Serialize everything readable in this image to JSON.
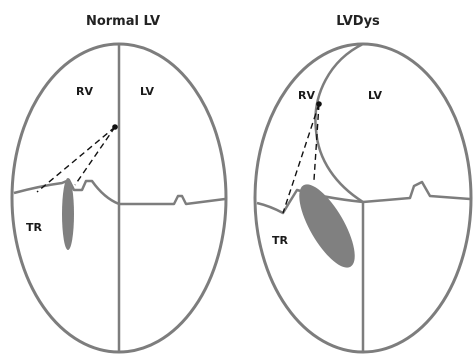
{
  "panels": {
    "normal": {
      "title": "Normal LV",
      "rv_label": "RV",
      "lv_label": "LV",
      "tr_label": "TR"
    },
    "lvdys": {
      "title": "LVDys",
      "rv_label": "RV",
      "lv_label": "LV",
      "tr_label": "TR"
    }
  },
  "colors": {
    "outline": "#7d7d7d",
    "regurgitant_jet": "#808080",
    "dashed_lines": "#111111"
  }
}
